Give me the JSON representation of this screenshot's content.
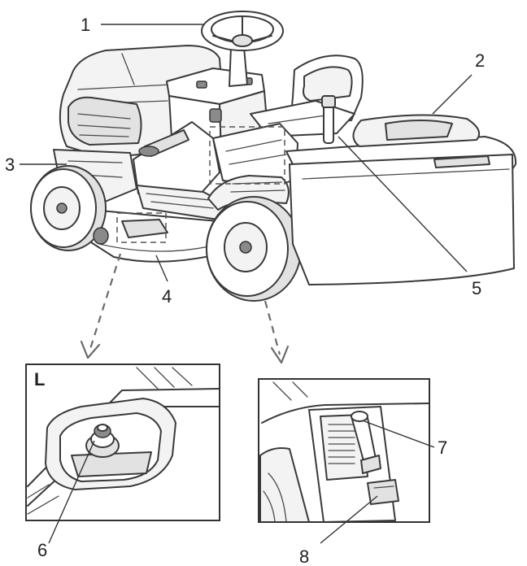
{
  "callouts": {
    "c1": "1",
    "c2": "2",
    "c3": "3",
    "c4": "4",
    "c5": "5",
    "c6": "6",
    "c7": "7",
    "c8": "8"
  },
  "inset_left": {
    "side_label": "L"
  }
}
